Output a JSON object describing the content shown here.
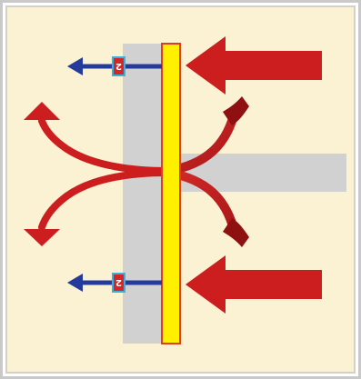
{
  "diagram": {
    "colors": {
      "background": "#fbf1d3",
      "frame": "#c9c9c9",
      "plate": "#fff000",
      "plate_outline": "#e23b18",
      "shadow": "#d1d1d1",
      "force_arrow": "#cc1e1e",
      "force_arrow_dark": "#8f1010",
      "reaction_arrow": "#253b9b",
      "badge_fill": "#d82424",
      "badge_border": "#39b1e0",
      "badge_text": "#ffffff"
    },
    "labels": {
      "top_badge": "2",
      "bottom_badge": "2"
    },
    "icons": {
      "incoming_arrows": "big-right-to-left-arrow",
      "reaction_arrows": "small-left-arrow",
      "deflected_flow": "curved-split-arrow"
    }
  }
}
